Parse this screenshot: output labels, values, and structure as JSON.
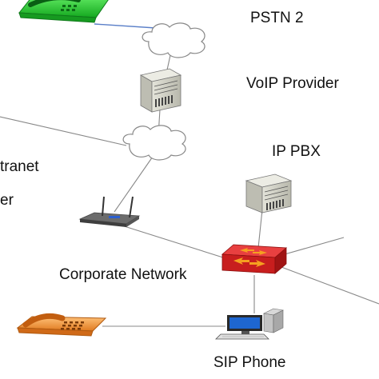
{
  "labels": {
    "pstn2": "PSTN 2",
    "voip_provider": "VoIP Provider",
    "ip_pbx": "IP PBX",
    "extranet_partial": "tranet",
    "left_partial": "er",
    "corporate_network": "Corporate Network",
    "sip_phone": "SIP Phone"
  },
  "colors": {
    "line": "#888888",
    "pstn_phone": "#22cc33",
    "cloud": "#ffffff",
    "server": "#cfcfc4",
    "router": "#d42020",
    "router_arrow": "#f5a020",
    "sip_phone": "#f0a050",
    "pc_screen": "#1e66d0",
    "phone_link": "#6a8fd0"
  },
  "icons": [
    "pstn-phone-icon",
    "cloud-icon",
    "server-icon",
    "wifi-router-icon",
    "router-icon",
    "desk-phone-icon",
    "workstation-icon"
  ]
}
